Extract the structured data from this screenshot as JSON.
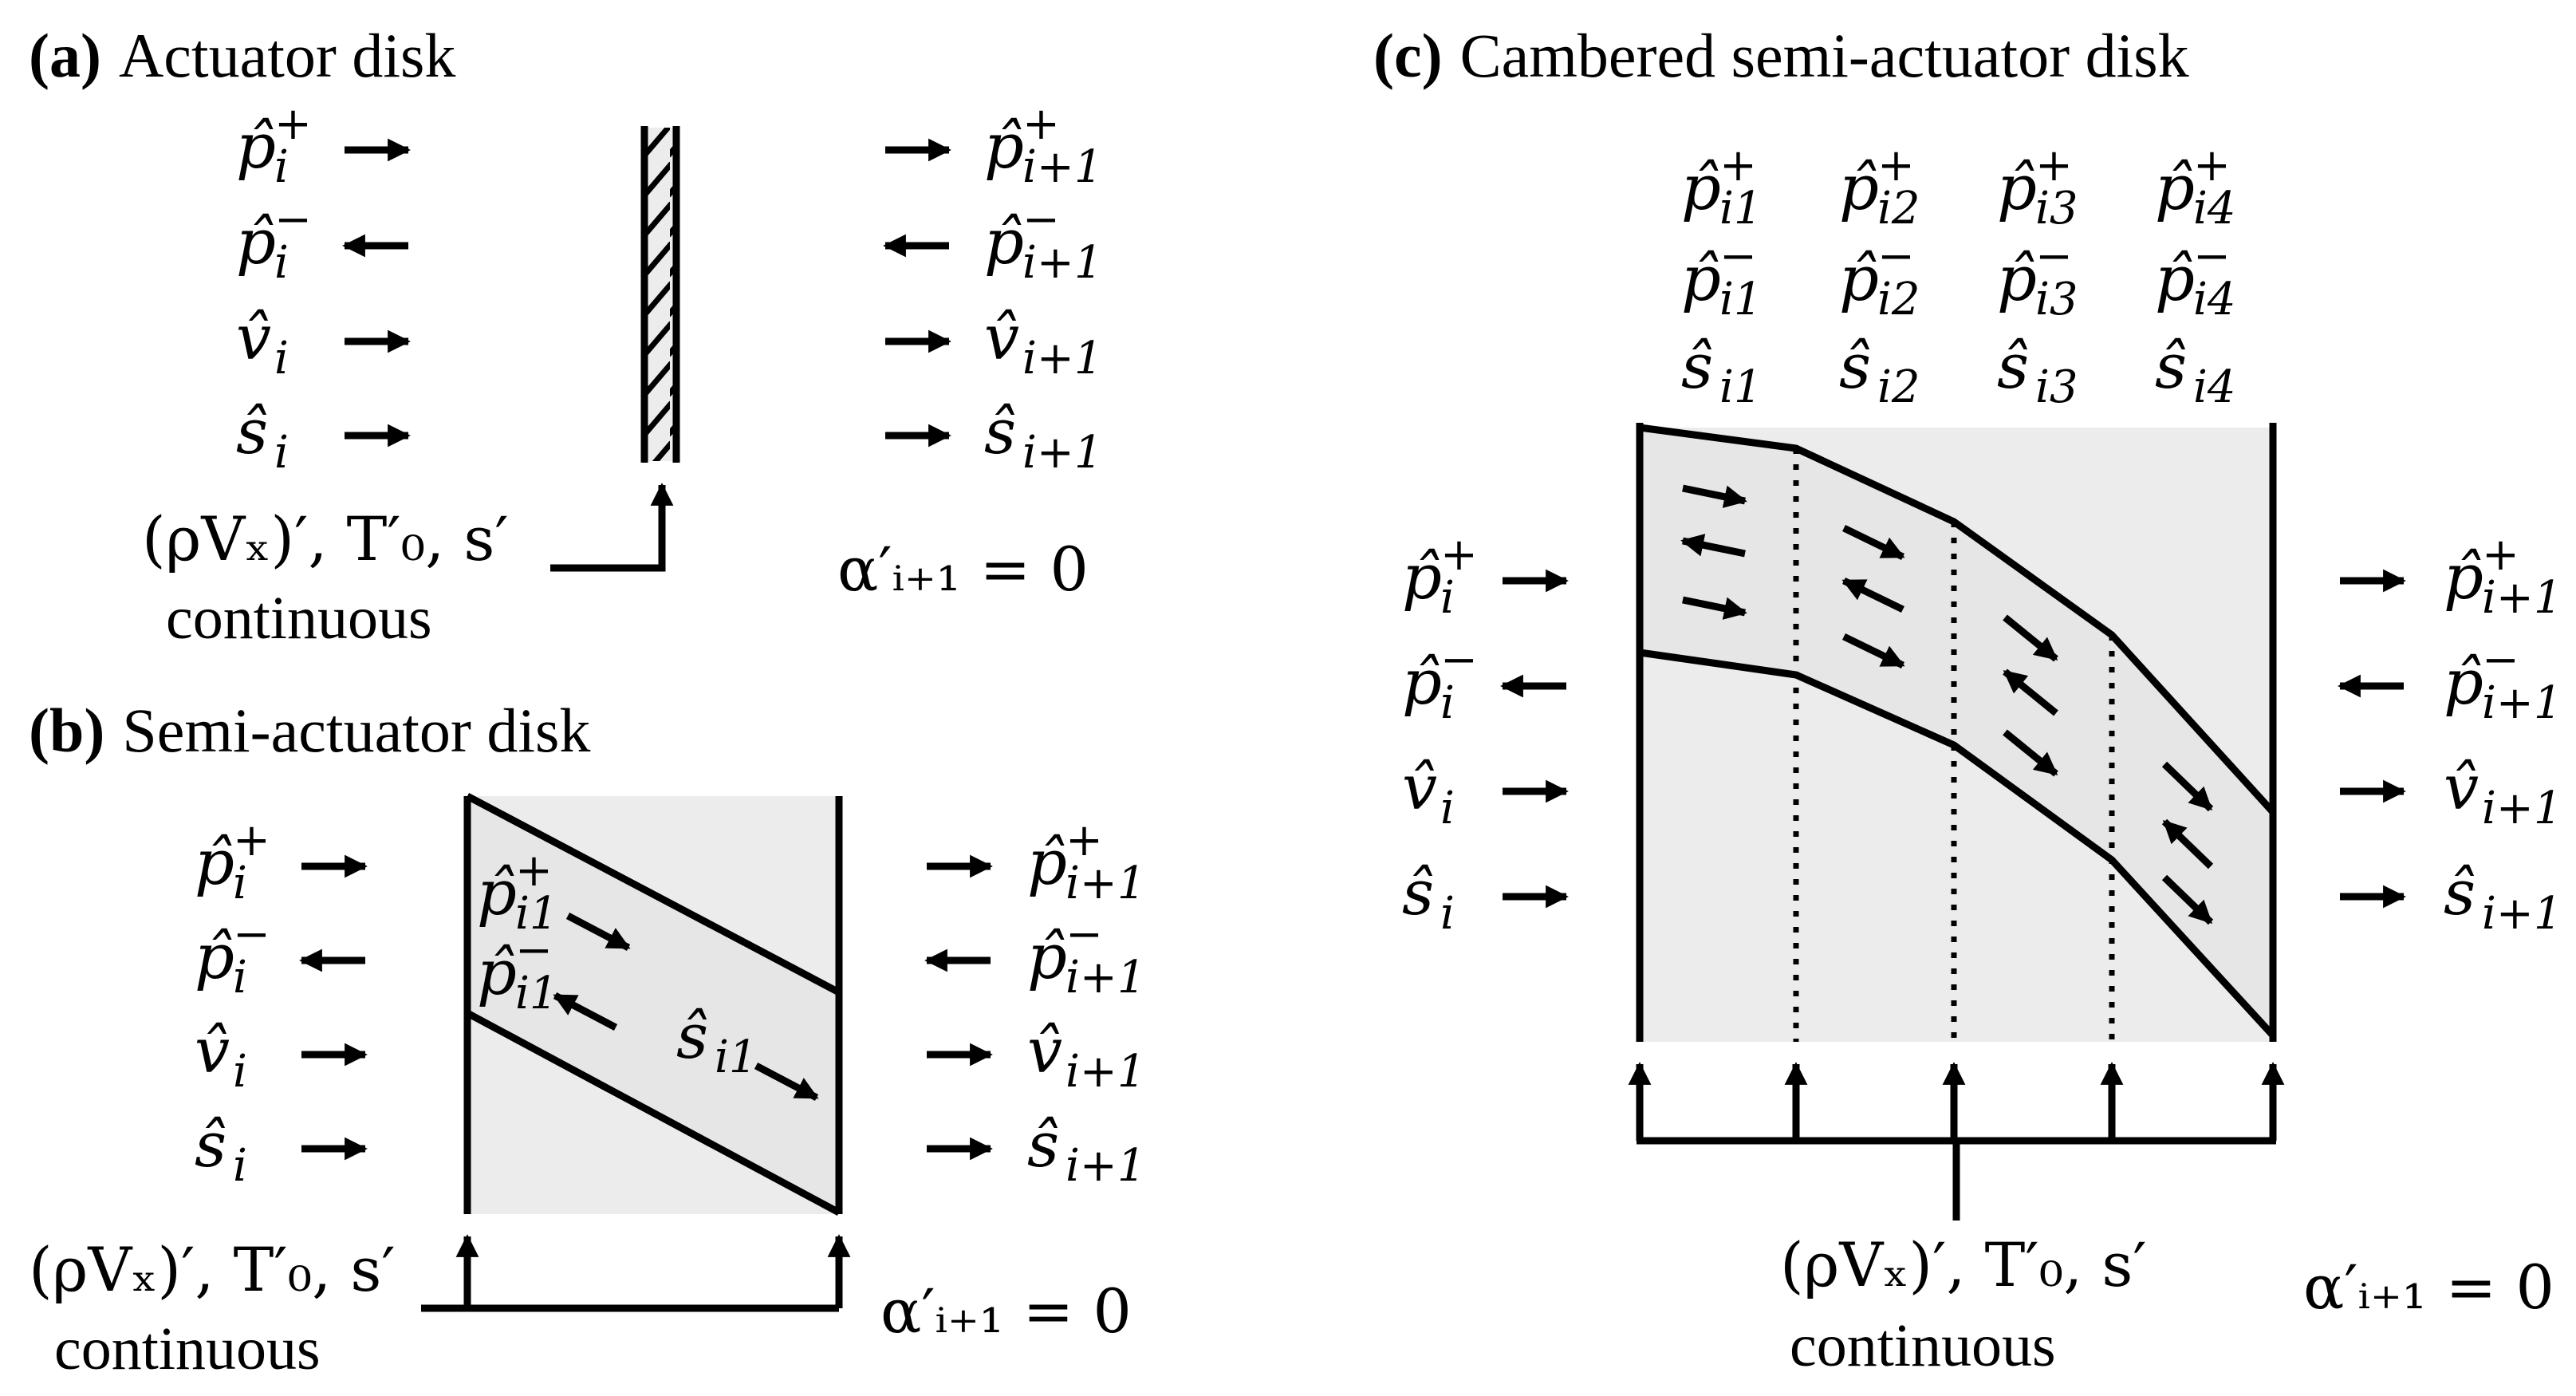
{
  "panels": {
    "a": {
      "tag": "(a)",
      "title": "Actuator disk",
      "upstream": [
        {
          "v": "p̂",
          "sub": "i",
          "sup": "+",
          "dir": "right"
        },
        {
          "v": "p̂",
          "sub": "i",
          "sup": "−",
          "dir": "left"
        },
        {
          "v": "v̂",
          "sub": "i",
          "sup": "",
          "dir": "right"
        },
        {
          "v": "ŝ",
          "sub": "i",
          "sup": "",
          "dir": "right"
        }
      ],
      "downstream": [
        {
          "v": "p̂",
          "sub": "i+1",
          "sup": "+",
          "dir": "right"
        },
        {
          "v": "p̂",
          "sub": "i+1",
          "sup": "−",
          "dir": "left"
        },
        {
          "v": "v̂",
          "sub": "i+1",
          "sup": "",
          "dir": "right"
        },
        {
          "v": "ŝ",
          "sub": "i+1",
          "sup": "",
          "dir": "right"
        }
      ],
      "continuity_expr": "(ρVₓ)′, T′₀, s′",
      "continuity_word": "continuous",
      "bc": "α′ᵢ₊₁ = 0"
    },
    "b": {
      "tag": "(b)",
      "title": "Semi-actuator disk",
      "upstream": [
        {
          "v": "p̂",
          "sub": "i",
          "sup": "+",
          "dir": "right"
        },
        {
          "v": "p̂",
          "sub": "i",
          "sup": "−",
          "dir": "left"
        },
        {
          "v": "v̂",
          "sub": "i",
          "sup": "",
          "dir": "right"
        },
        {
          "v": "ŝ",
          "sub": "i",
          "sup": "",
          "dir": "right"
        }
      ],
      "downstream": [
        {
          "v": "p̂",
          "sub": "i+1",
          "sup": "+",
          "dir": "right"
        },
        {
          "v": "p̂",
          "sub": "i+1",
          "sup": "−",
          "dir": "left"
        },
        {
          "v": "v̂",
          "sub": "i+1",
          "sup": "",
          "dir": "right"
        },
        {
          "v": "ŝ",
          "sub": "i+1",
          "sup": "",
          "dir": "right"
        }
      ],
      "inner": [
        {
          "v": "p̂",
          "sub": "i1",
          "sup": "+"
        },
        {
          "v": "p̂",
          "sub": "i1",
          "sup": "−"
        },
        {
          "v": "ŝ",
          "sub": "i1",
          "sup": ""
        }
      ],
      "continuity_expr": "(ρVₓ)′, T′₀, s′",
      "continuity_word": "continuous",
      "bc": "α′ᵢ₊₁ = 0"
    },
    "c": {
      "tag": "(c)",
      "title": "Cambered semi-actuator disk",
      "upstream": [
        {
          "v": "p̂",
          "sub": "i",
          "sup": "+",
          "dir": "right"
        },
        {
          "v": "p̂",
          "sub": "i",
          "sup": "−",
          "dir": "left"
        },
        {
          "v": "v̂",
          "sub": "i",
          "sup": "",
          "dir": "right"
        },
        {
          "v": "ŝ",
          "sub": "i",
          "sup": "",
          "dir": "right"
        }
      ],
      "downstream": [
        {
          "v": "p̂",
          "sub": "i+1",
          "sup": "+",
          "dir": "right"
        },
        {
          "v": "p̂",
          "sub": "i+1",
          "sup": "−",
          "dir": "left"
        },
        {
          "v": "v̂",
          "sub": "i+1",
          "sup": "",
          "dir": "right"
        },
        {
          "v": "ŝ",
          "sub": "i+1",
          "sup": "",
          "dir": "right"
        }
      ],
      "columns": [
        [
          {
            "v": "p̂",
            "sub": "i1",
            "sup": "+"
          },
          {
            "v": "p̂",
            "sub": "i1",
            "sup": "−"
          },
          {
            "v": "ŝ",
            "sub": "i1",
            "sup": ""
          }
        ],
        [
          {
            "v": "p̂",
            "sub": "i2",
            "sup": "+"
          },
          {
            "v": "p̂",
            "sub": "i2",
            "sup": "−"
          },
          {
            "v": "ŝ",
            "sub": "i2",
            "sup": ""
          }
        ],
        [
          {
            "v": "p̂",
            "sub": "i3",
            "sup": "+"
          },
          {
            "v": "p̂",
            "sub": "i3",
            "sup": "−"
          },
          {
            "v": "ŝ",
            "sub": "i3",
            "sup": ""
          }
        ],
        [
          {
            "v": "p̂",
            "sub": "i4",
            "sup": "+"
          },
          {
            "v": "p̂",
            "sub": "i4",
            "sup": "−"
          },
          {
            "v": "ŝ",
            "sub": "i4",
            "sup": ""
          }
        ]
      ],
      "continuity_expr": "(ρVₓ)′, T′₀, s′",
      "continuity_word": "continuous",
      "bc": "α′ᵢ₊₁ = 0"
    }
  }
}
